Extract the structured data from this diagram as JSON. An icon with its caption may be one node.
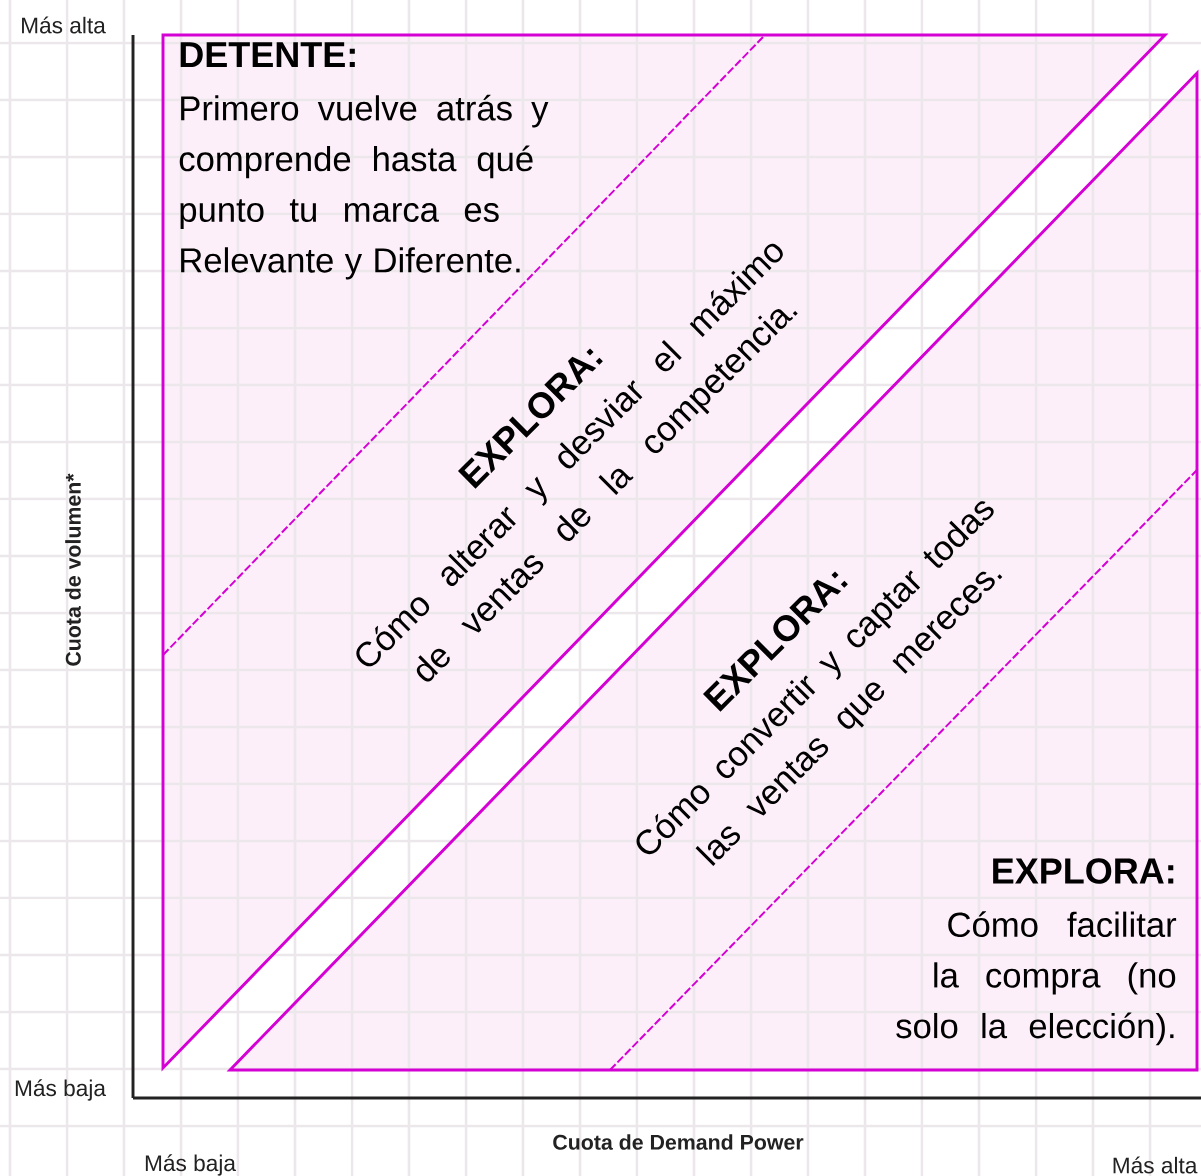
{
  "diagram": {
    "nodes": [
      {
        "text": [
          "DETENTE:",
          "Primero vuelve atrás y comprende hasta qué punto tu marca es Relevante y Diferente."
        ]
      },
      {
        "text": [
          "EXPLORA:",
          "Cómo alterar y desviar el máximo de ventas de la competencia."
        ]
      },
      {
        "text": [
          "EXPLORA:",
          "Cómo convertir y captar todas las ventas que mereces."
        ]
      },
      {
        "text": [
          "EXPLORA:",
          "Cómo facilitar la compra (no solo la elección)."
        ]
      }
    ],
    "labels": [
      "Más alta",
      "Cuota de volumen*",
      "Más baja",
      "Cuota de Demand Power",
      "Más baja",
      "Más alta"
    ]
  }
}
